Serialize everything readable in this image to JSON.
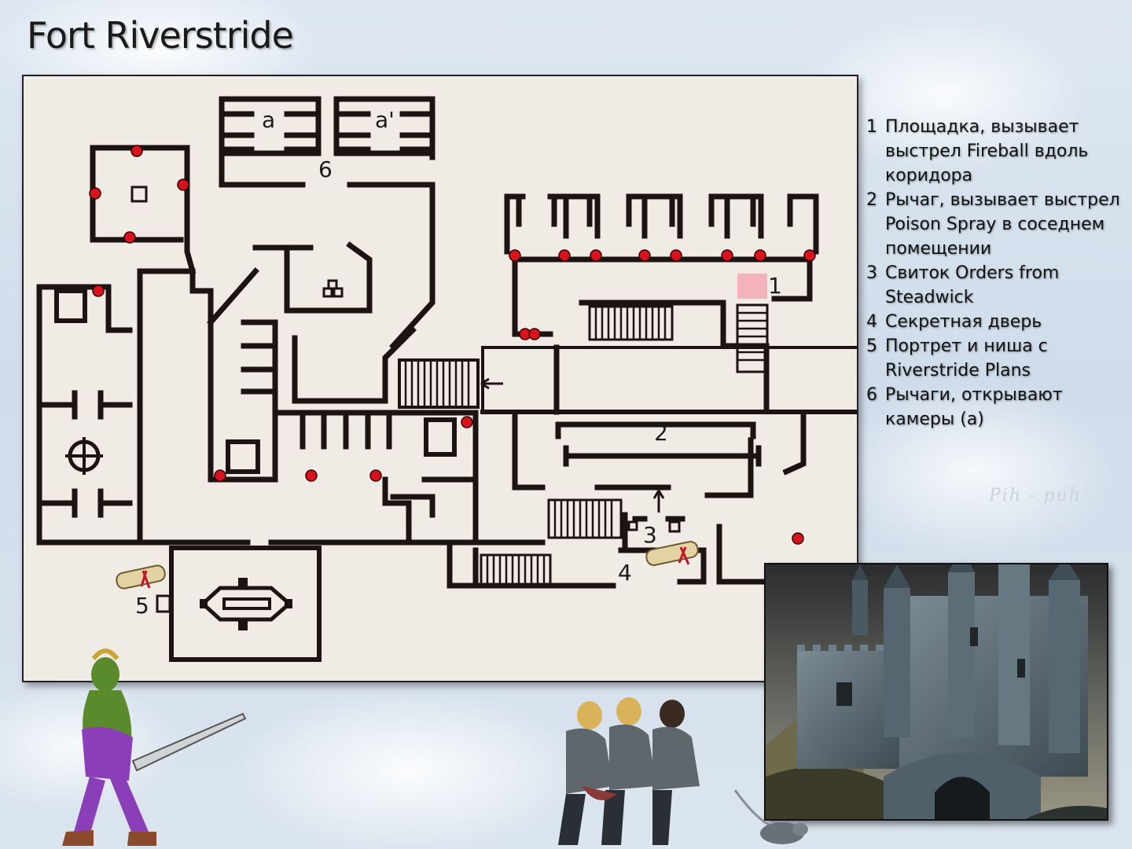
{
  "title": "Fort Riverstride",
  "map": {
    "labels": {
      "cell_a": "a",
      "cell_a_prime": "a'",
      "marker_1": "1",
      "marker_2": "2",
      "marker_3": "3",
      "marker_4": "4",
      "marker_5": "5",
      "marker_6": "6"
    }
  },
  "legend": [
    {
      "num": "1",
      "text": "Площадка, вызывает выстрел Fireball вдоль коридора"
    },
    {
      "num": "2",
      "text": "Рычаг, вызывает выстрел Poison Spray в соседнем помещении"
    },
    {
      "num": "3",
      "text": "Свиток Orders from Steadwick"
    },
    {
      "num": "4",
      "text": "Секретная дверь"
    },
    {
      "num": "5",
      "text": "Портрет и ниша с Riverstride Plans"
    },
    {
      "num": "6",
      "text": "Рычаги, открывают камеры (а)"
    }
  ],
  "watermark": "Pih - puh",
  "colors": {
    "trap": "#d8131d",
    "wall": "#1b1412",
    "parchment": "#f1ebe6",
    "pressure_plate": "#f4b3bc"
  }
}
